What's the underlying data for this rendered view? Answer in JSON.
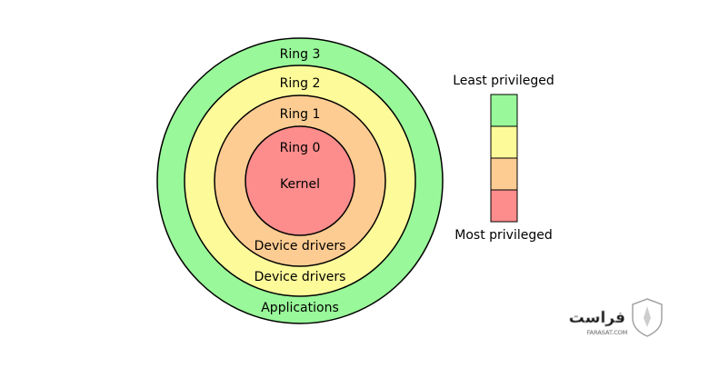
{
  "rings": [
    {
      "label": "Ring 3",
      "content": "Applications",
      "color": "#99f899"
    },
    {
      "label": "Ring 2",
      "content": "Device drivers",
      "color": "#fdfa9a"
    },
    {
      "label": "Ring 1",
      "content": "Device drivers",
      "color": "#fdcc92"
    },
    {
      "label": "Ring 0",
      "content": "Kernel",
      "color": "#fd8c8c"
    }
  ],
  "legend": {
    "top_label": "Least privileged",
    "bottom_label": "Most privileged",
    "colors": [
      "#99f899",
      "#fdfa9a",
      "#fdcc92",
      "#fd8c8c"
    ]
  },
  "watermark": {
    "name": "فراست",
    "site": "FARASAT.COM",
    "icon": "shield-pen-icon"
  },
  "outline_color": "#000000"
}
